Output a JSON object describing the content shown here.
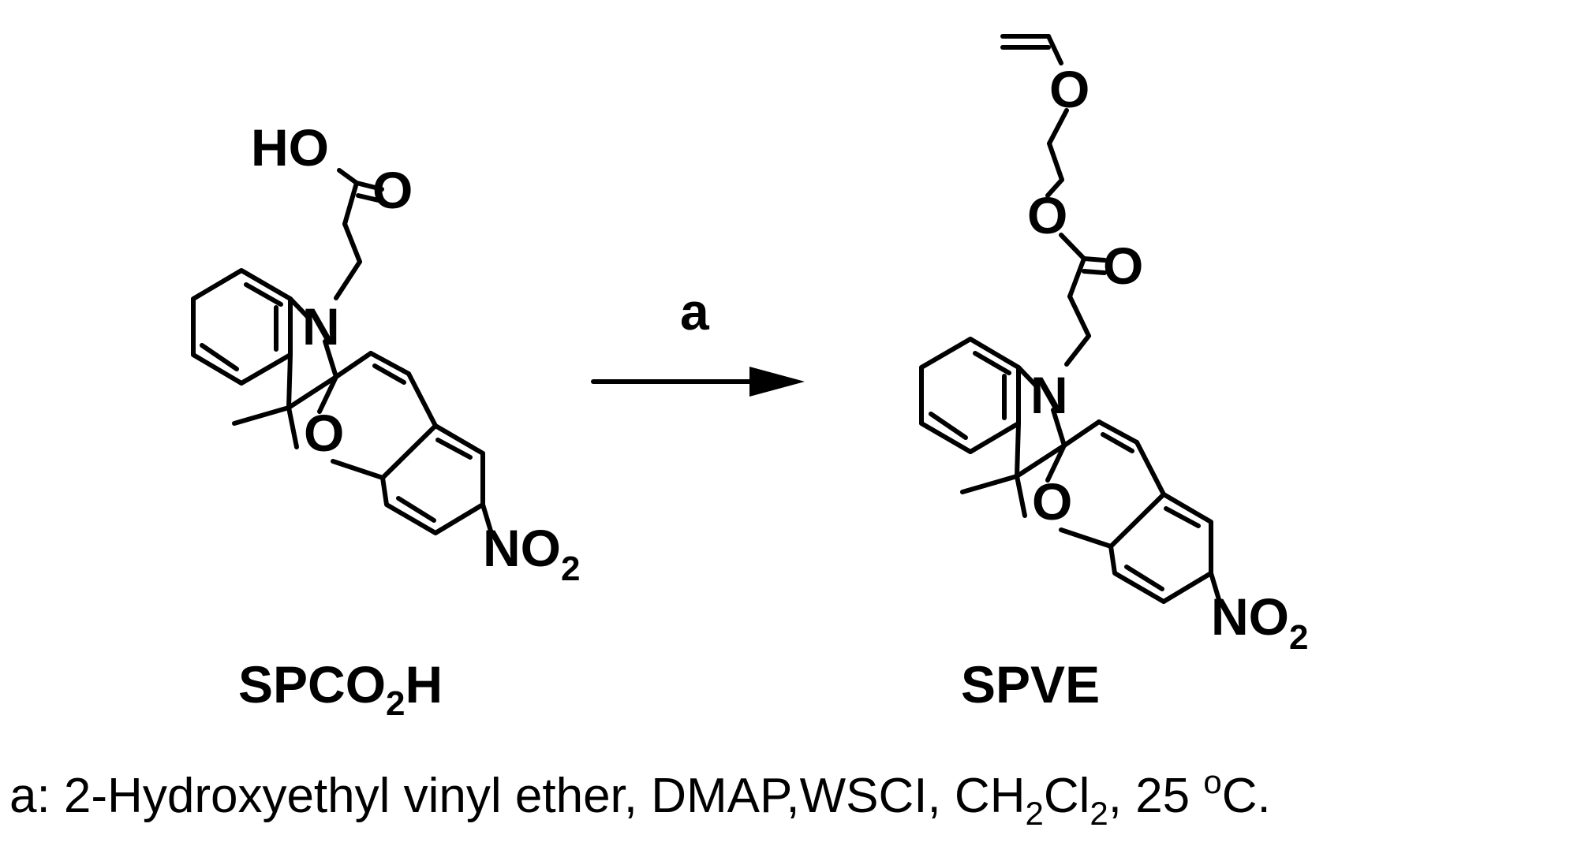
{
  "reaction": {
    "reagent_label": "a",
    "reactant": {
      "name_prefix": "SPCO",
      "name_sub": "2",
      "name_suffix": "H",
      "atoms": {
        "acid_ho": "HO",
        "acid_o": "O",
        "n": "N",
        "o_ring": "O",
        "no2_main": "NO",
        "no2_sub": "2"
      }
    },
    "product": {
      "name": "SPVE",
      "atoms": {
        "vinyl_o": "O",
        "ester_o": "O",
        "carbonyl_o": "O",
        "n": "N",
        "o_ring": "O",
        "no2_main": "NO",
        "no2_sub": "2"
      }
    },
    "conditions": {
      "part1": "a: 2-Hydroxyethyl vinyl ether, DMAP,WSCI, CH",
      "sub1": "2",
      "part2": "Cl",
      "sub2": "2",
      "part3": ", 25 ",
      "sup": "o",
      "part4": "C."
    }
  }
}
